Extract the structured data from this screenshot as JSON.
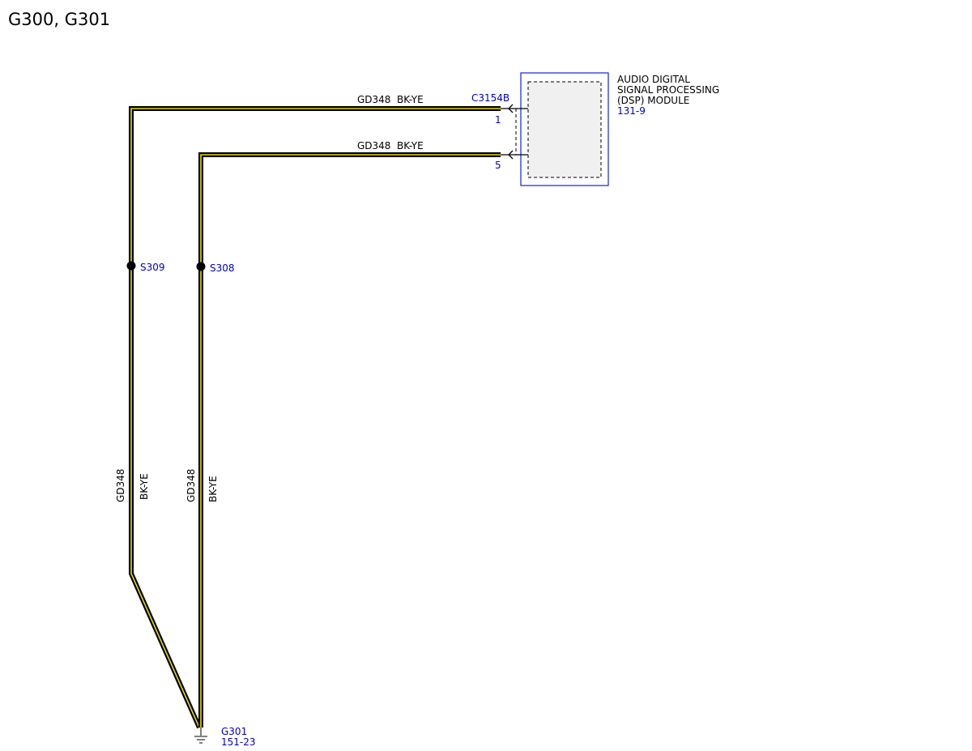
{
  "title": "G300, G301",
  "colors": {
    "wire_outer": "#000000",
    "wire_stripe": "#e8d800",
    "ref_link": "#0000cc",
    "module_fill": "#f0f0f0",
    "module_border": "#2233dd"
  },
  "module": {
    "name_line1": "AUDIO DIGITAL",
    "name_line2": "SIGNAL PROCESSING",
    "name_line3": "(DSP) MODULE",
    "page_ref": "131-9",
    "connector": "C3154B",
    "pins": [
      {
        "pin": "1"
      },
      {
        "pin": "5"
      }
    ]
  },
  "wires": [
    {
      "circuit": "GD348",
      "color": "BK-YE",
      "splice": "S309",
      "pin": "1"
    },
    {
      "circuit": "GD348",
      "color": "BK-YE",
      "splice": "S308",
      "pin": "5"
    }
  ],
  "ground": {
    "name": "G301",
    "page_ref": "151-23",
    "icon": "ground-symbol-icon"
  }
}
